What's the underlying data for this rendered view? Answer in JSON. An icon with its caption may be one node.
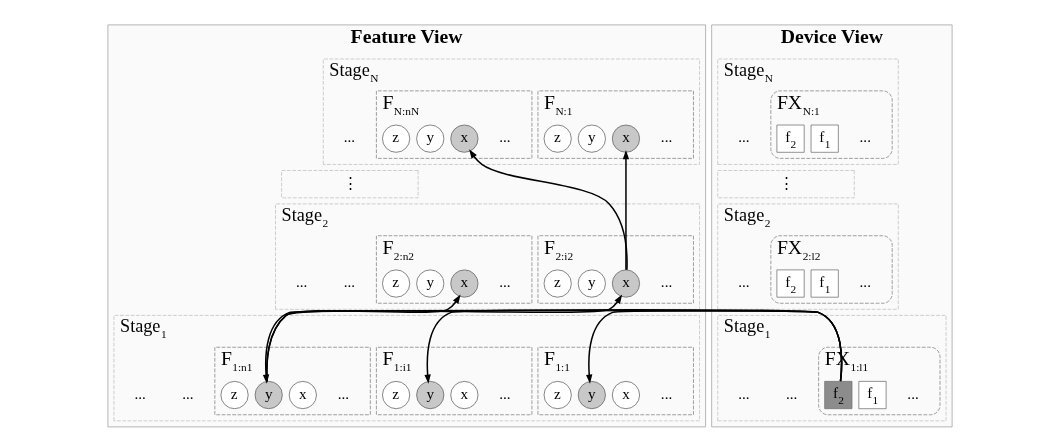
{
  "diagram": {
    "nodes": [
      {
        "text": [
          "Feature View"
        ]
      },
      {
        "text": [
          "Stage$_{N}$",
          "..."
        ],
        "in": 0
      },
      {
        "text": [
          "F$_{N:1}$",
          "..."
        ],
        "in": 1
      },
      {
        "text": [
          "x"
        ],
        "in": 2
      },
      {
        "text": [
          "y"
        ],
        "in": 2
      },
      {
        "text": [
          "z"
        ],
        "in": 2
      },
      {
        "text": [
          "F$_{N:nN}$",
          "..."
        ],
        "in": 1
      },
      {
        "text": [
          "x"
        ],
        "in": 6
      },
      {
        "text": [
          "y"
        ],
        "in": 6
      },
      {
        "text": [
          "z"
        ],
        "in": 6
      },
      {
        "text": [
          "⋮"
        ],
        "in": 0
      },
      {
        "text": [
          "Stage$_{2}$",
          "...",
          "..."
        ],
        "in": 0
      },
      {
        "text": [
          "F$_{2:i2}$",
          "..."
        ],
        "in": 11
      },
      {
        "text": [
          "x"
        ],
        "in": 12
      },
      {
        "text": [
          "y"
        ],
        "in": 12
      },
      {
        "text": [
          "z"
        ],
        "in": 12
      },
      {
        "text": [
          "F$_{2:n2}$",
          "..."
        ],
        "in": 11
      },
      {
        "text": [
          "x"
        ],
        "in": 16
      },
      {
        "text": [
          "y"
        ],
        "in": 16
      },
      {
        "text": [
          "z"
        ],
        "in": 16
      },
      {
        "text": [
          "Stage$_{1}$",
          "...",
          "..."
        ],
        "in": 0
      },
      {
        "text": [
          "F$_{1:1}$",
          "..."
        ],
        "in": 20
      },
      {
        "text": [
          "x"
        ],
        "in": 21
      },
      {
        "text": [
          "y"
        ],
        "in": 21
      },
      {
        "text": [
          "z"
        ],
        "in": 21
      },
      {
        "text": [
          "F$_{1:i1}$",
          "..."
        ],
        "in": 20
      },
      {
        "text": [
          "x"
        ],
        "in": 25
      },
      {
        "text": [
          "y"
        ],
        "in": 25
      },
      {
        "text": [
          "z"
        ],
        "in": 25
      },
      {
        "text": [
          "F$_{1:n1}$",
          "..."
        ],
        "in": 20
      },
      {
        "text": [
          "x"
        ],
        "in": 29
      },
      {
        "text": [
          "y"
        ],
        "in": 29
      },
      {
        "text": [
          "z"
        ],
        "in": 29
      },
      {
        "text": [
          "Device View"
        ]
      },
      {
        "text": [
          "Stage$_{N}$",
          "..."
        ],
        "in": 33
      },
      {
        "text": [
          "FX$_{N:1}$",
          "..."
        ],
        "in": 34
      },
      {
        "text": [
          "f$_{1}$"
        ],
        "in": 35
      },
      {
        "text": [
          "f$_{2}$"
        ],
        "in": 35
      },
      {
        "text": [
          "⋮"
        ],
        "in": 33
      },
      {
        "text": [
          "Stage$_{2}$",
          "..."
        ],
        "in": 33
      },
      {
        "text": [
          "FX$_{2:l2}$",
          "..."
        ],
        "in": 39
      },
      {
        "text": [
          "f$_{1}$"
        ],
        "in": 40
      },
      {
        "text": [
          "f$_{2}$"
        ],
        "in": 40
      },
      {
        "text": [
          "Stage$_{1}$",
          "...",
          "..."
        ],
        "in": 33
      },
      {
        "text": [
          "FX$_{1:l1}$",
          "..."
        ],
        "in": 43
      },
      {
        "text": [
          "f$_{1}$"
        ],
        "in": 44
      },
      {
        "text": [
          "f$_{2}$"
        ],
        "in": 44
      }
    ],
    "edges": [
      {
        "from": 46,
        "to": 23,
        "arrow": "to"
      },
      {
        "from": 46,
        "to": 27,
        "arrow": "to"
      },
      {
        "from": 46,
        "to": 31,
        "arrow": "to"
      },
      {
        "from": 31,
        "to": 13,
        "arrow": "to"
      },
      {
        "from": 31,
        "to": 17,
        "arrow": "to"
      },
      {
        "from": 13,
        "to": 3,
        "arrow": "to"
      },
      {
        "from": 13,
        "to": 7,
        "arrow": "to"
      }
    ]
  }
}
